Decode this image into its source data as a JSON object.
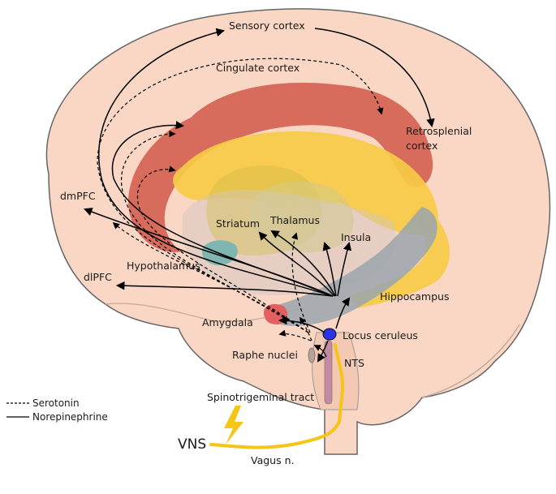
{
  "labels": {
    "sensory_cortex": "Sensory cortex",
    "cingulate_cortex": "Cingulate cortex",
    "retrosplenial_line1": "Retrosplenial",
    "retrosplenial_line2": "cortex",
    "dmpfc": "dmPFC",
    "dlpfc": "dlPFC",
    "striatum": "Striatum",
    "thalamus": "Thalamus",
    "insula": "Insula",
    "hypothalamus": "Hypothalamus",
    "hippocampus": "Hippocampus",
    "amygdala": "Amygdala",
    "locus_ceruleus": "Locus ceruleus",
    "raphe_nuclei": "Raphe nuclei",
    "nts": "NTS",
    "spinotrigeminal_tract": "Spinotrigeminal tract",
    "vns": "VNS",
    "vagus_nerve": "Vagus n."
  },
  "legend": {
    "serotonin": "Serotonin",
    "norepinephrine": "Norepinephrine"
  },
  "colors": {
    "brain_fill": "#fad6c4",
    "brain_outline": "#555555",
    "cingulate": "#d35d4d",
    "fornix": "#f6cb45",
    "striatum": "#e1c14a",
    "thalamus": "#d9ca7a",
    "hypothalamus": "#7fb6b2",
    "hippocampus": "#9aa5ad",
    "amygdala": "#e26060",
    "locus_ceruleus": "#2b33e6",
    "vagus": "#f5c518",
    "lightning": "#f5c518"
  }
}
